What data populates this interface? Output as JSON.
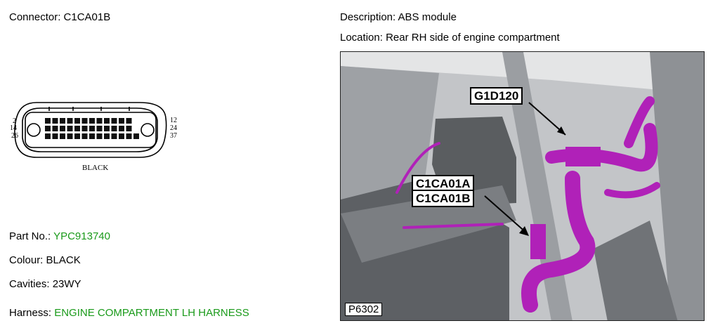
{
  "connector": {
    "label": "Connector:",
    "value": "C1CA01B"
  },
  "description": {
    "label": "Description:",
    "value": "ABS module"
  },
  "location": {
    "label": "Location:",
    "value": "Rear RH side of engine compartment"
  },
  "diagram": {
    "pins_left": [
      "2",
      "14",
      "26"
    ],
    "pins_right": [
      "12",
      "24",
      "37"
    ],
    "colour_caption": "BLACK"
  },
  "part_no": {
    "label": "Part No.:",
    "value": "YPC913740"
  },
  "colour": {
    "label": "Colour:",
    "value": "BLACK"
  },
  "cavities": {
    "label": "Cavities:",
    "value": "23WY"
  },
  "harness": {
    "label": "Harness:",
    "value": "ENGINE COMPARTMENT LH HARNESS"
  },
  "photo": {
    "callouts": [
      "G1D120",
      "C1CA01A",
      "C1CA01B"
    ],
    "photo_id": "P6302"
  },
  "colors": {
    "link_green": "#1a9a1a",
    "harness_magenta": "#b021b8"
  }
}
